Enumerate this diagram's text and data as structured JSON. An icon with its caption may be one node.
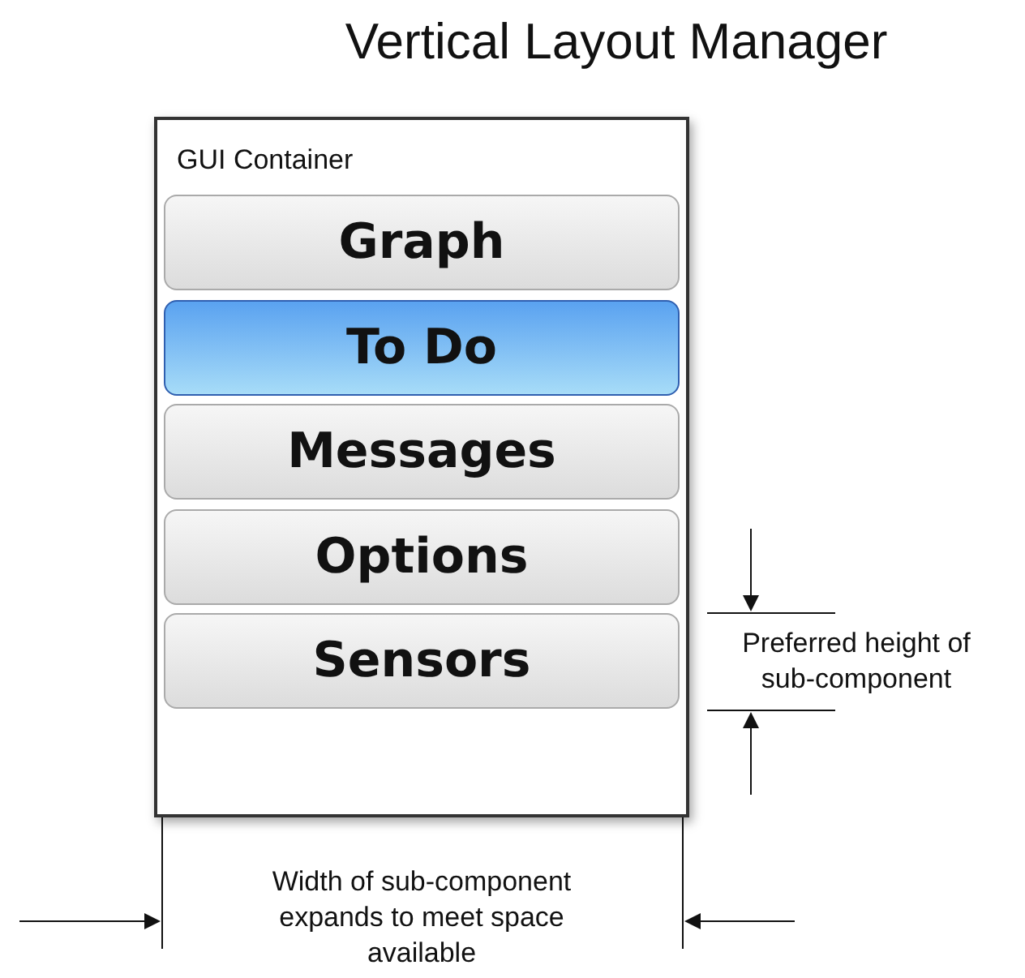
{
  "diagram": {
    "title": "Vertical Layout Manager",
    "nodes": [
      {
        "text": [
          "GUI Container"
        ]
      },
      {
        "text": [
          "Graph"
        ],
        "in": 0
      },
      {
        "text": [
          "To Do"
        ],
        "in": 0
      },
      {
        "text": [
          "Messages"
        ],
        "in": 0
      },
      {
        "text": [
          "Options"
        ],
        "in": 0
      },
      {
        "text": [
          "Sensors"
        ],
        "in": 0
      }
    ],
    "edges": [],
    "labels": [
      "Preferred height of sub-component",
      "Width of sub-component expands to meet space available"
    ]
  }
}
